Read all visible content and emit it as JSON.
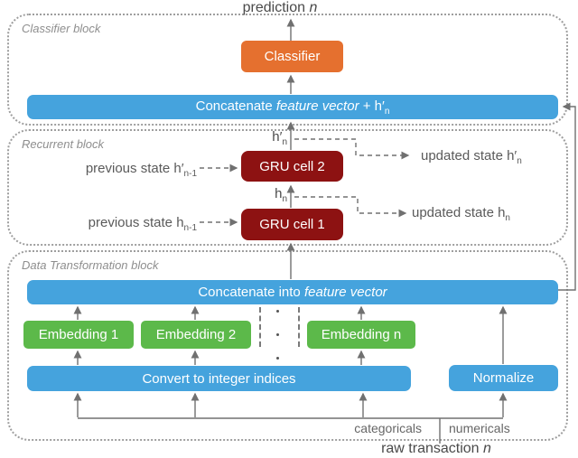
{
  "diagram": {
    "prediction": {
      "prefix": "prediction ",
      "var": "n"
    },
    "classifier_block": {
      "label": "Classifier block",
      "classifier_box": "Classifier",
      "concat_bar": {
        "prefix": "Concatenate ",
        "italic": "feature vector",
        "suffix": " + h′",
        "sub": "n"
      }
    },
    "recurrent_block": {
      "label": "Recurrent block",
      "h_prime_n": {
        "base": "h′",
        "sub": "n"
      },
      "h_n": {
        "base": "h",
        "sub": "n"
      },
      "gru_cell_2": "GRU cell 2",
      "gru_cell_1": "GRU cell 1",
      "prev_state_2": {
        "text": "previous state h′",
        "sub": "n-1"
      },
      "prev_state_1": {
        "text": "previous state h",
        "sub": "n-1"
      },
      "updated_state_2": {
        "text": "updated state h′",
        "sub": "n"
      },
      "updated_state_1": {
        "text": "updated state h",
        "sub": "n"
      }
    },
    "data_transformation_block": {
      "label": "Data Transformation block",
      "concat_bar": {
        "prefix": "Concatenate into ",
        "italic": "feature vector"
      },
      "embeddings": [
        "Embedding 1",
        "Embedding 2",
        "Embedding n"
      ],
      "convert_bar": "Convert to integer indices",
      "normalize_box": "Normalize",
      "categoricals_label": "categoricals",
      "numericals_label": "numericals"
    },
    "raw_transaction": {
      "prefix": "raw transaction ",
      "var": "n"
    },
    "colors": {
      "blue": "#45a3dd",
      "orange": "#e5702f",
      "dark_red": "#8d1212",
      "green": "#5cb94a",
      "connector_gray": "#707070",
      "dotted_border": "#9e9e9e",
      "text_dark": "#4a4a4a",
      "block_label_gray": "#8e8e8e"
    }
  }
}
